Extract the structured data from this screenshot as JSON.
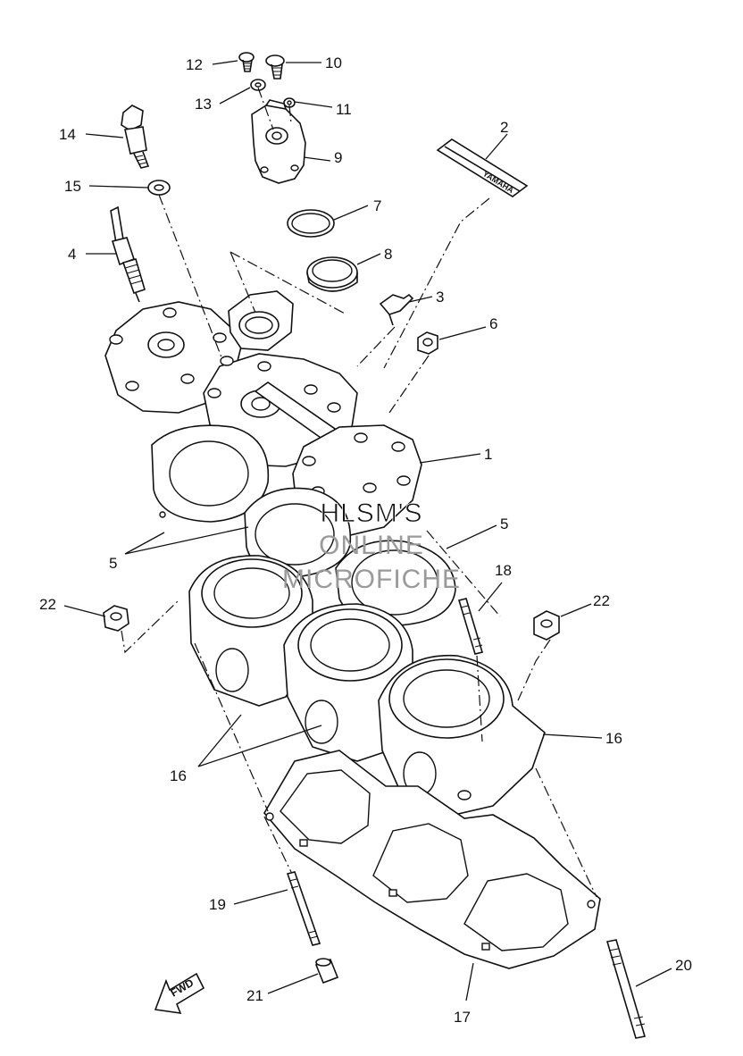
{
  "callouts": {
    "c1": "1",
    "c2": "2",
    "c3": "3",
    "c4": "4",
    "c5a": "5",
    "c5b": "5",
    "c6": "6",
    "c7": "7",
    "c8": "8",
    "c9": "9",
    "c10": "10",
    "c11": "11",
    "c12": "12",
    "c13": "13",
    "c14": "14",
    "c15": "15",
    "c16a": "16",
    "c16b": "16",
    "c17": "17",
    "c18": "18",
    "c19": "19",
    "c20": "20",
    "c21": "21",
    "c22a": "22",
    "c22b": "22"
  },
  "watermark": {
    "line1": "HLSM'S",
    "line2": "ONLINE",
    "line3": "MICROFICHE"
  },
  "fwd_label": "FWD",
  "sticker_label": "YAMAHA"
}
